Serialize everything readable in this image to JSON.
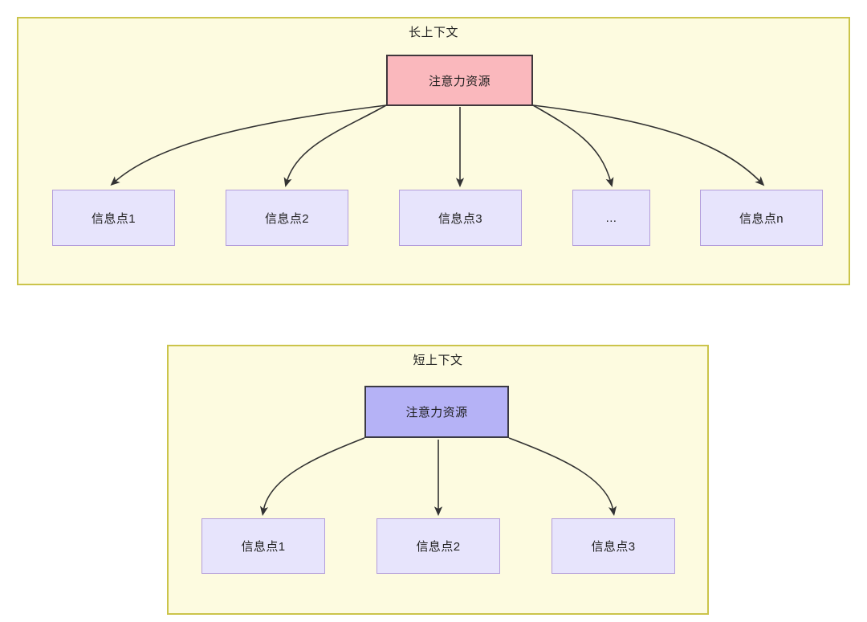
{
  "diagram": {
    "title_long": "长上下文",
    "title_short": "短上下文",
    "colors": {
      "panel_fill": "#fdfbe0",
      "panel_border": "#cbc44b",
      "attention_long_fill": "#fab8bd",
      "attention_long_border": "#40383c",
      "attention_short_fill": "#b5b2f6",
      "attention_short_border": "#3b3a44",
      "info_fill": "#e7e4fc",
      "info_border": "#b39ddb",
      "edge_stroke": "#333333",
      "text": "#1f1f1f"
    }
  },
  "long_context": {
    "panel_label": "长上下文",
    "attention_node": "注意力资源",
    "info_nodes": [
      {
        "label": "信息点1"
      },
      {
        "label": "信息点2"
      },
      {
        "label": "信息点3"
      },
      {
        "label": "..."
      },
      {
        "label": "信息点n"
      }
    ]
  },
  "short_context": {
    "panel_label": "短上下文",
    "attention_node": "注意力资源",
    "info_nodes": [
      {
        "label": "信息点1"
      },
      {
        "label": "信息点2"
      },
      {
        "label": "信息点3"
      }
    ]
  }
}
